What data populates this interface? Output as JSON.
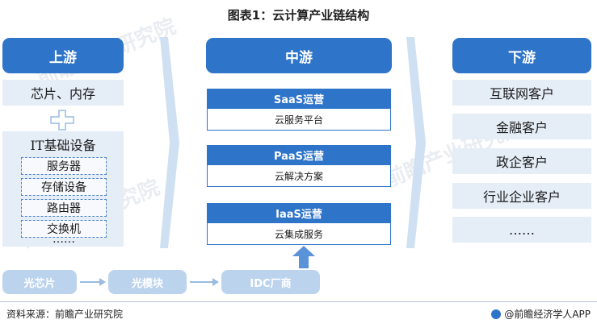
{
  "title": "图表1：云计算产业链结构",
  "upstream": {
    "header": "上游",
    "top_item": "芯片、内存",
    "plus_symbol": "+",
    "group_title": "IT基础设备",
    "sub_items": [
      "服务器",
      "存储设备",
      "路由器",
      "交换机"
    ],
    "ellipsis": "……"
  },
  "midstream": {
    "header": "中游",
    "blocks": [
      {
        "head": "SaaS运营",
        "body": "云服务平台"
      },
      {
        "head": "PaaS运营",
        "body": "云解决方案"
      },
      {
        "head": "IaaS运营",
        "body": "云集成服务"
      }
    ]
  },
  "downstream": {
    "header": "下游",
    "items": [
      "互联网客户",
      "金融客户",
      "政企客户",
      "行业企业客户",
      "……"
    ]
  },
  "chain": [
    "光芯片",
    "光模块",
    "IDC厂商"
  ],
  "footer": {
    "source": "资料来源：前瞻产业研究院",
    "brand": "@前瞻经济学人APP"
  },
  "watermark": "前瞻产业研究院",
  "colors": {
    "primary": "#2e74c9",
    "light_fill": "#e5edf7",
    "arrow": "#cfe0f3",
    "chain_fill": "#bcd3ee"
  }
}
